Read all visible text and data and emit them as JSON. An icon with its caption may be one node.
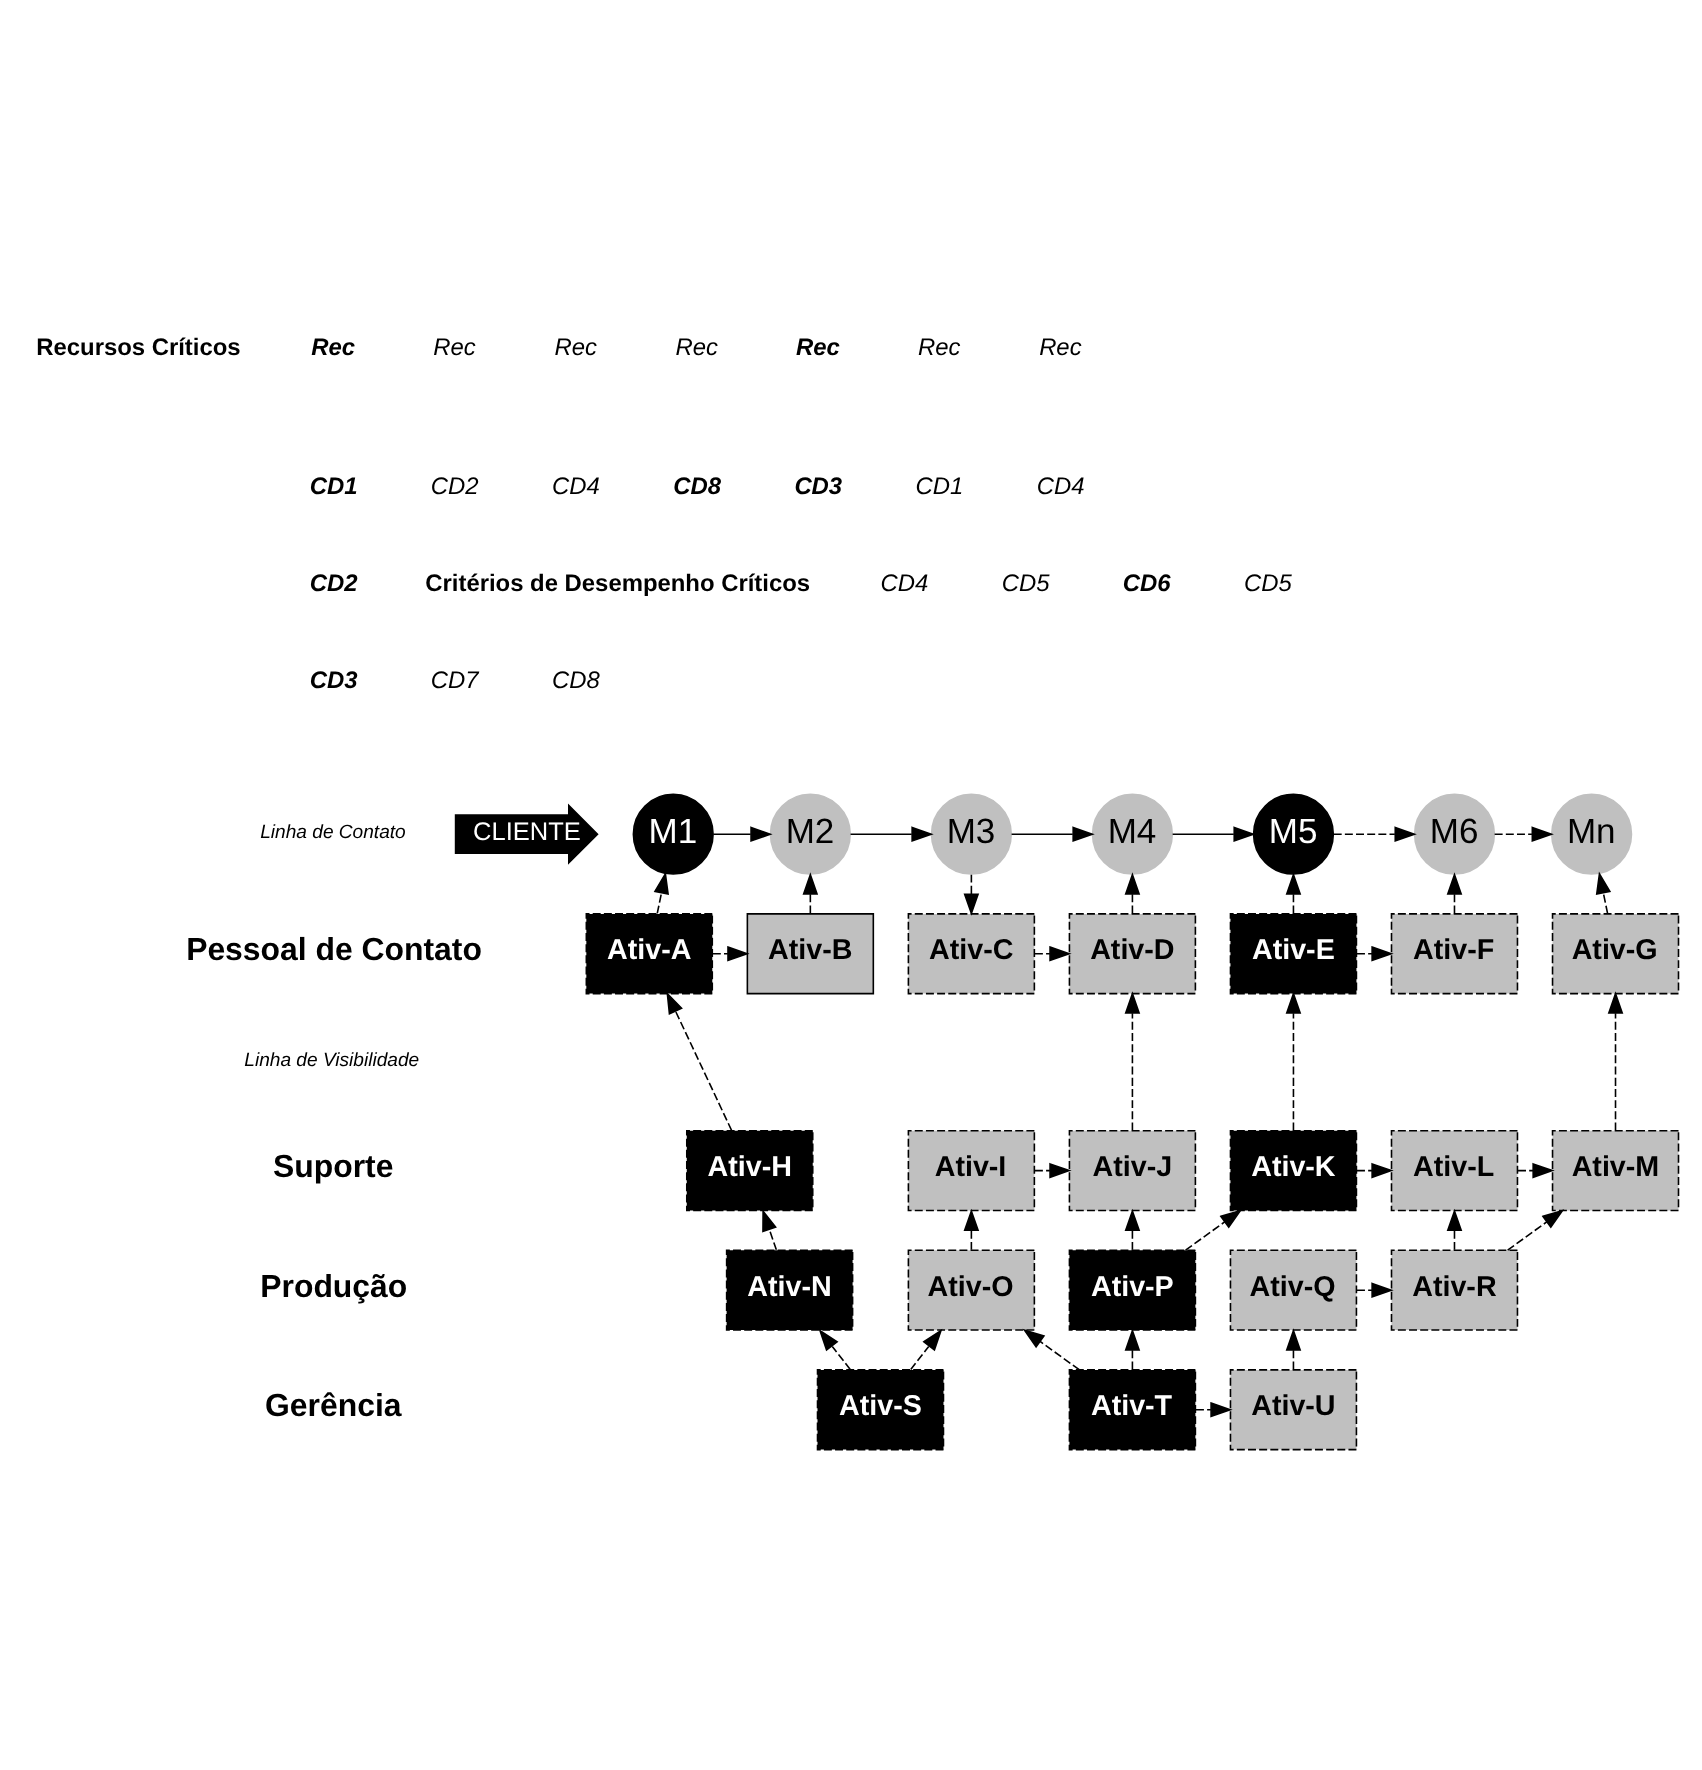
{
  "diagram": {
    "nodes": [
      {
        "text": [
          "CLIENTE"
        ]
      },
      {
        "text": [
          "M1"
        ]
      },
      {
        "text": [
          "M2"
        ]
      },
      {
        "text": [
          "M3"
        ]
      },
      {
        "text": [
          "M4"
        ]
      },
      {
        "text": [
          "M5"
        ]
      },
      {
        "text": [
          "M6"
        ]
      },
      {
        "text": [
          "Mn"
        ]
      },
      {
        "text": [
          "Ativ-A"
        ]
      },
      {
        "text": [
          "Ativ-B"
        ]
      },
      {
        "text": [
          "Ativ-C"
        ]
      },
      {
        "text": [
          "Ativ-D"
        ]
      },
      {
        "text": [
          "Ativ-E"
        ]
      },
      {
        "text": [
          "Ativ-F"
        ]
      },
      {
        "text": [
          "Ativ-G"
        ]
      },
      {
        "text": [
          "Ativ-H"
        ]
      },
      {
        "text": [
          "Ativ-I"
        ]
      },
      {
        "text": [
          "Ativ-J"
        ]
      },
      {
        "text": [
          "Ativ-K"
        ]
      },
      {
        "text": [
          "Ativ-L"
        ]
      },
      {
        "text": [
          "Ativ-M"
        ]
      },
      {
        "text": [
          "Ativ-N"
        ]
      },
      {
        "text": [
          "Ativ-O"
        ]
      },
      {
        "text": [
          "Ativ-P"
        ]
      },
      {
        "text": [
          "Ativ-Q"
        ]
      },
      {
        "text": [
          "Ativ-R"
        ]
      },
      {
        "text": [
          "Ativ-S"
        ]
      },
      {
        "text": [
          "Ativ-T"
        ]
      },
      {
        "text": [
          "Ativ-U"
        ]
      }
    ],
    "edges": [
      {
        "from": 1,
        "to": 2,
        "arrow": "to"
      },
      {
        "from": 2,
        "to": 3,
        "arrow": "to"
      },
      {
        "from": 3,
        "to": 4,
        "arrow": "to"
      },
      {
        "from": 4,
        "to": 5,
        "arrow": "to"
      },
      {
        "from": 5,
        "to": 6,
        "arrow": "to",
        "style": "dashed"
      },
      {
        "from": 6,
        "to": 7,
        "arrow": "to",
        "style": "dashed"
      },
      {
        "from": 8,
        "to": 1,
        "arrow": "to",
        "style": "dashed"
      },
      {
        "from": 9,
        "to": 2,
        "arrow": "to",
        "style": "dashed"
      },
      {
        "from": 3,
        "to": 10,
        "arrow": "to",
        "style": "dashed"
      },
      {
        "from": 11,
        "to": 4,
        "arrow": "to",
        "style": "dashed"
      },
      {
        "from": 12,
        "to": 5,
        "arrow": "to",
        "style": "dashed"
      },
      {
        "from": 13,
        "to": 6,
        "arrow": "to",
        "style": "dashed"
      },
      {
        "from": 14,
        "to": 7,
        "arrow": "to",
        "style": "dashed"
      },
      {
        "from": 8,
        "to": 9,
        "arrow": "to",
        "style": "dashed"
      },
      {
        "from": 10,
        "to": 11,
        "arrow": "to",
        "style": "dashed"
      },
      {
        "from": 12,
        "to": 13,
        "arrow": "to",
        "style": "dashed"
      },
      {
        "from": 15,
        "to": 8,
        "arrow": "to",
        "style": "dashed"
      },
      {
        "from": 17,
        "to": 11,
        "arrow": "to",
        "style": "dashed"
      },
      {
        "from": 18,
        "to": 12,
        "arrow": "to",
        "style": "dashed"
      },
      {
        "from": 20,
        "to": 14,
        "arrow": "to",
        "style": "dashed"
      },
      {
        "from": 16,
        "to": 17,
        "arrow": "to",
        "style": "dashed"
      },
      {
        "from": 18,
        "to": 19,
        "arrow": "to",
        "style": "dashed"
      },
      {
        "from": 19,
        "to": 20,
        "arrow": "to",
        "style": "dashed"
      },
      {
        "from": 21,
        "to": 15,
        "arrow": "to",
        "style": "dashed"
      },
      {
        "from": 22,
        "to": 16,
        "arrow": "to",
        "style": "dashed"
      },
      {
        "from": 23,
        "to": 17,
        "arrow": "to",
        "style": "dashed"
      },
      {
        "from": 23,
        "to": 18,
        "arrow": "to",
        "style": "dashed"
      },
      {
        "from": 25,
        "to": 19,
        "arrow": "to",
        "style": "dashed"
      },
      {
        "from": 25,
        "to": 20,
        "arrow": "to",
        "style": "dashed"
      },
      {
        "from": 24,
        "to": 25,
        "arrow": "to",
        "style": "dashed"
      },
      {
        "from": 26,
        "to": 21,
        "arrow": "to",
        "style": "dashed"
      },
      {
        "from": 26,
        "to": 22,
        "arrow": "to",
        "style": "dashed"
      },
      {
        "from": 27,
        "to": 22,
        "arrow": "to",
        "style": "dashed"
      },
      {
        "from": 27,
        "to": 23,
        "arrow": "to",
        "style": "dashed"
      },
      {
        "from": 27,
        "to": 28,
        "arrow": "to",
        "style": "dashed"
      },
      {
        "from": 28,
        "to": 24,
        "arrow": "to",
        "style": "dashed"
      }
    ],
    "labels": [
      "Recursos Críticos",
      "Rec",
      "Rec",
      "Rec",
      "Rec",
      "Rec",
      "Rec",
      "Rec",
      "Critérios de Desempenho Críticos",
      "CD1",
      "CD2",
      "CD4",
      "CD8",
      "CD3",
      "CD1",
      "CD4",
      "CD2",
      "CD4",
      "CD5",
      "CD6",
      "CD5",
      "CD3",
      "CD7",
      "CD8",
      "Linha de Contato",
      "Pessoal de Contato",
      "Linha de Visibilidade",
      "Suporte",
      "Produção",
      "Gerência"
    ]
  }
}
